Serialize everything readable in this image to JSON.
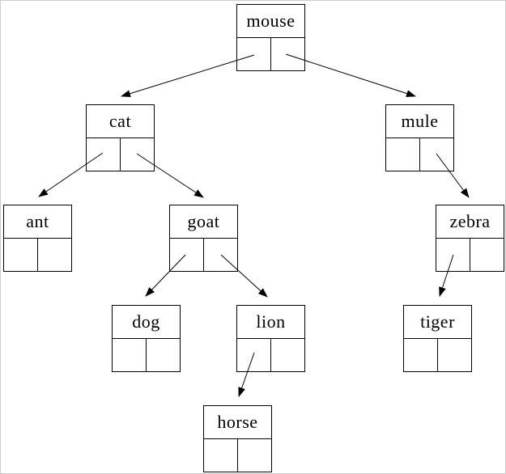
{
  "window": {
    "background_color": "#ffffff",
    "frame_border_color": "#cccccc"
  },
  "diagram": {
    "type": "binary-tree",
    "line_color": "#000000",
    "text_color": "#000000",
    "node_fill": "#ffffff",
    "nodes": {
      "mouse": {
        "label": "mouse"
      },
      "cat": {
        "label": "cat"
      },
      "mule": {
        "label": "mule"
      },
      "ant": {
        "label": "ant"
      },
      "goat": {
        "label": "goat"
      },
      "zebra": {
        "label": "zebra"
      },
      "dog": {
        "label": "dog"
      },
      "lion": {
        "label": "lion"
      },
      "tiger": {
        "label": "tiger"
      },
      "horse": {
        "label": "horse"
      }
    },
    "edges": [
      {
        "from": "mouse",
        "from_pointer": "left",
        "to": "cat"
      },
      {
        "from": "mouse",
        "from_pointer": "right",
        "to": "mule"
      },
      {
        "from": "cat",
        "from_pointer": "left",
        "to": "ant"
      },
      {
        "from": "cat",
        "from_pointer": "right",
        "to": "goat"
      },
      {
        "from": "mule",
        "from_pointer": "right",
        "to": "zebra"
      },
      {
        "from": "goat",
        "from_pointer": "left",
        "to": "dog"
      },
      {
        "from": "goat",
        "from_pointer": "right",
        "to": "lion"
      },
      {
        "from": "zebra",
        "from_pointer": "left",
        "to": "tiger"
      },
      {
        "from": "lion",
        "from_pointer": "left",
        "to": "horse"
      }
    ]
  }
}
